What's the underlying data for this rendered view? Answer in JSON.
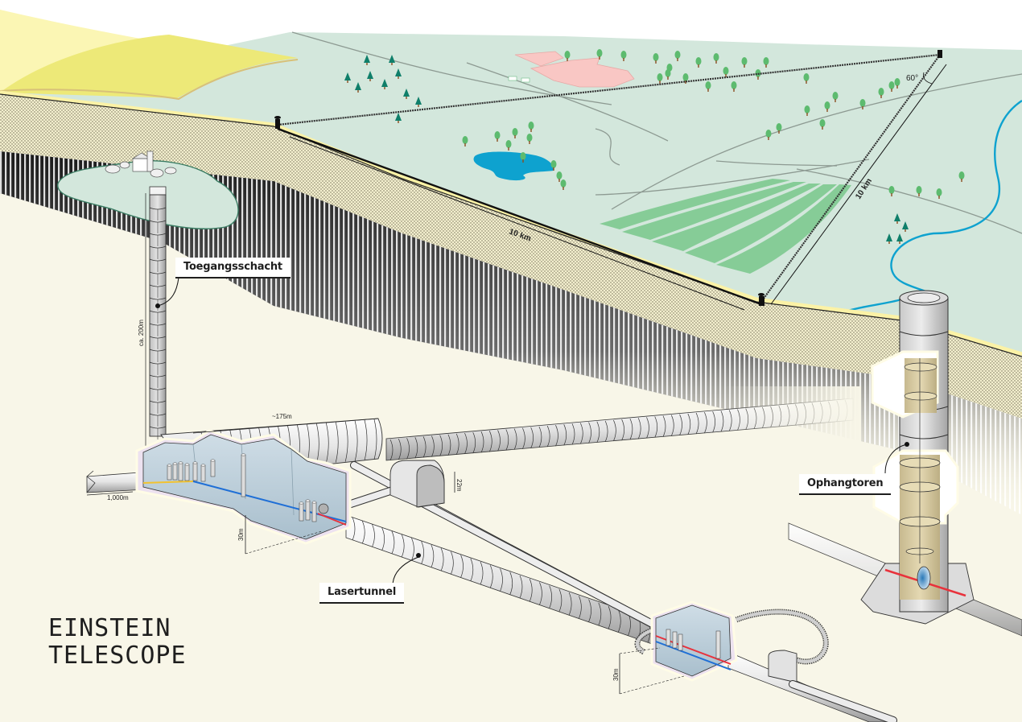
{
  "title": {
    "line1": "EINSTEIN",
    "line2": "TELESCOPE"
  },
  "labels": {
    "access_shaft": "Toegangsschacht",
    "suspension_tower": "Ophangtoren",
    "laser_tunnel": "Lasertunnel"
  },
  "dimensions": {
    "shaft_depth": "ca. 200m",
    "cavern_length": "~175m",
    "side_tunnel": "1,000m",
    "cavern_depth_main": "30m",
    "cavern_depth_corner": "30m",
    "chamber_height": "22m",
    "arm_length_1": "10 km",
    "arm_length_2": "10 km",
    "triangle_angle": "60°"
  },
  "colors": {
    "background": "#f8f6e8",
    "meadow": "#d3e7dc",
    "field_yellow": "#ede978",
    "crop_green": "#86cc97",
    "water": "#0ea2cf",
    "town_pink": "#f9c7c4",
    "laser_red": "#e8323c",
    "laser_blue": "#1f6fd6",
    "laser_yellow": "#f2c230",
    "tower_sand": "#dccfa6",
    "cavern_lilac": "#ede2f0",
    "cavern_wall": "#b9ccd8"
  }
}
